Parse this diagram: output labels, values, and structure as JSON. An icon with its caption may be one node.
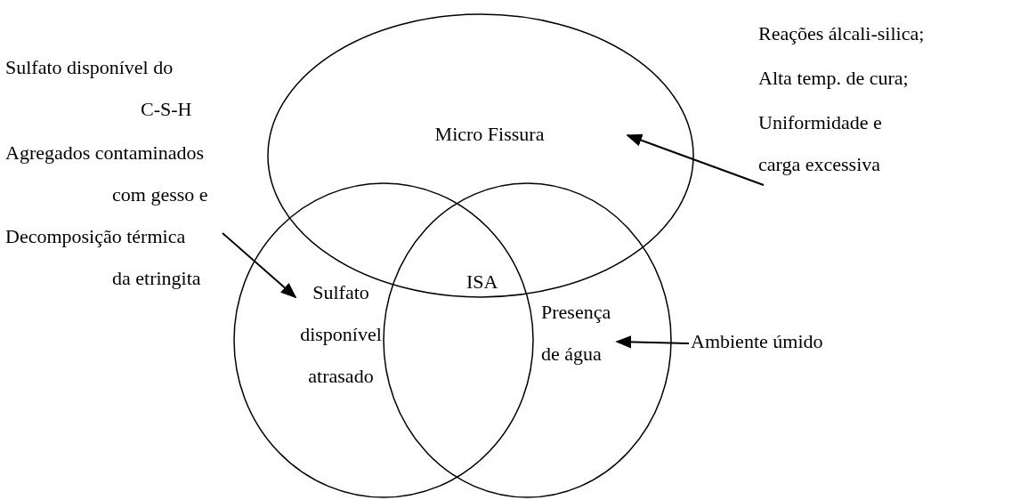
{
  "diagram": {
    "nodes": [
      {
        "text": [
          "Micro Fissura"
        ]
      },
      {
        "text": [
          "Sulfato disponível atrasado"
        ]
      },
      {
        "text": [
          "Presença de água"
        ]
      },
      {
        "text": [
          "Sulfato disponível do C-S-H",
          "Agregados contaminados com gesso e",
          "Decomposição térmica da etringita"
        ]
      },
      {
        "text": [
          "Reações álcali-silica;",
          "Alta temp. de cura;",
          "Uniformidade e carga excessiva"
        ]
      },
      {
        "text": [
          "Ambiente úmido"
        ]
      }
    ],
    "edges": [
      {
        "from": 3,
        "to": 1,
        "arrow": "to"
      },
      {
        "from": 4,
        "to": 0,
        "arrow": "to"
      },
      {
        "from": 5,
        "to": 2,
        "arrow": "to"
      }
    ],
    "labels": [
      "ISA"
    ]
  }
}
